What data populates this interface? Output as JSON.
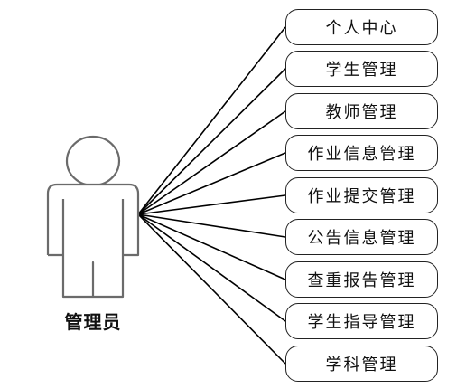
{
  "actor": {
    "label": "管理员",
    "icon": "person-icon"
  },
  "use_cases": [
    {
      "label": "个人中心"
    },
    {
      "label": "学生管理"
    },
    {
      "label": "教师管理"
    },
    {
      "label": "作业信息管理"
    },
    {
      "label": "作业提交管理"
    },
    {
      "label": "公告信息管理"
    },
    {
      "label": "查重报告管理"
    },
    {
      "label": "学生指导管理"
    },
    {
      "label": "学科管理"
    }
  ],
  "colors": {
    "line": "#000000",
    "outline": "#222222",
    "actor_outline": "#6b6b6b"
  }
}
